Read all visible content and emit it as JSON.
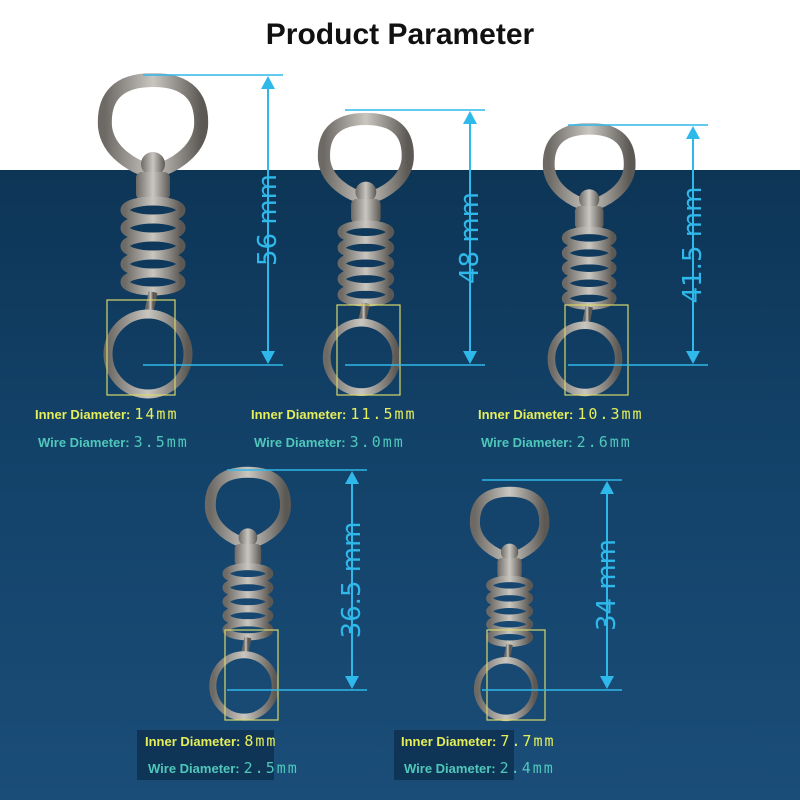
{
  "title": "Product Parameter",
  "labels": {
    "inner": "Inner Diameter:",
    "wire": "Wire Diameter:"
  },
  "colors": {
    "dimension": "#2fb8ea",
    "inner": "#e6ee5a",
    "wire": "#4fc7bb",
    "background": "#134269"
  },
  "items": [
    {
      "length": "56 mm",
      "inner": "14mm",
      "wire": "3.5mm"
    },
    {
      "length": "48 mm",
      "inner": "11.5mm",
      "wire": "3.0mm"
    },
    {
      "length": "41.5 mm",
      "inner": "10.3mm",
      "wire": "2.6mm"
    },
    {
      "length": "36.5 mm",
      "inner": "8mm",
      "wire": "2.5mm"
    },
    {
      "length": "34 mm",
      "inner": "7.7mm",
      "wire": "2.4mm"
    }
  ]
}
